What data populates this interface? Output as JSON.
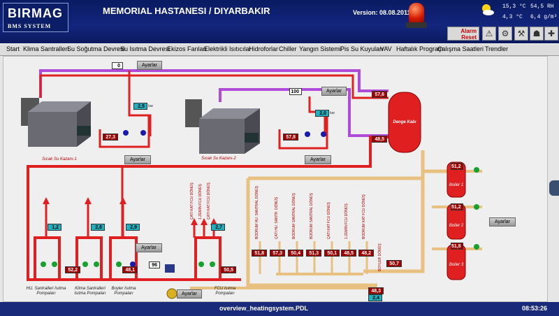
{
  "header": {
    "logo_main": "BIRMAG",
    "logo_sub": "BMS SYSTEM",
    "title": "MEMORIAL HASTANESI / DIYARBAKIR",
    "version": "Version: 08.08.2011",
    "weather": {
      "temp": "15,3 °C",
      "humidity": "54,5 RH",
      "v1": "4,3 °C",
      "v2": "6,4 g/m³"
    },
    "alarm_reset": "Alarm Reset"
  },
  "menu": [
    "Start",
    "Klima Santralleri",
    "Su Soğutma Devresi",
    "Su Isıtma Devresi",
    "Ekizos Fanları",
    "Elektrikli Isıtıcılar",
    "Hidroforlar",
    "Chiller",
    "Yangın Sistemi",
    "Pis Su Kuyuları",
    "VAV",
    "Haftalık Program",
    "Çalışma Saatleri",
    "Trendler"
  ],
  "buttons": {
    "ayarlar": "Ayarlar"
  },
  "boilers": {
    "k1": {
      "label": "Sıcak Su Kazanı-1",
      "valve_pct": "0",
      "temp": "27,3",
      "pressure": "2,5"
    },
    "k2": {
      "label": "Sıcak Su Kazanı-2",
      "valve_pct": "100",
      "temp": "57,8",
      "pressure": "2,0"
    }
  },
  "denge": {
    "label": "Denge Kabı",
    "top_temp": "57,6",
    "bottom_temp": "48,5"
  },
  "groups": [
    {
      "label": "HU. Santralleri Isıtma Pompaları",
      "pressure": "1,2",
      "temp": ""
    },
    {
      "label": "Klima Santralleri Isıtma Pompaları",
      "pressure": "2,8",
      "temp": "52,2"
    },
    {
      "label": "Boyler Isıtma Pompaları",
      "pressure": "2,9",
      "temp": "48,1"
    },
    {
      "label": "FCU Isıtma Pompaları",
      "pressure": "2,7",
      "temp": "50,5"
    }
  ],
  "mix_valve_pct": "96",
  "catwalk_labels": [
    "ÇATI KAT FCU DÖNÜŞ",
    "1.ZEMİN FCU DÖNÜŞ",
    "ÇATI KAT FCU DÖNÜŞ"
  ],
  "returns": [
    {
      "label": "BODRUM HU. SANTRAL DÖNÜŞ",
      "temp": "51,8"
    },
    {
      "label": "ÇATI HU. SANTR. DÖNÜŞ",
      "temp": "57,3"
    },
    {
      "label": "BODRUM SANTRAL DÖNÜŞ",
      "temp": "50,4"
    },
    {
      "label": "BODRUM SANTRAL DÖNÜŞ",
      "temp": "51,3"
    },
    {
      "label": "ÇATI KAT FCU DÖNÜŞ",
      "temp": "50,1"
    },
    {
      "label": "1.ZEMİN FCU DÖNÜŞ",
      "temp": "48,5"
    },
    {
      "label": "BODRUM KAT FCU DÖNÜŞ",
      "temp": "48,2"
    }
  ],
  "boyler_return": {
    "label": "BOYLER DÖNÜŞ",
    "temp": "50,7"
  },
  "return_main": {
    "temp": "48,3",
    "pressure": "2,4"
  },
  "tanks": [
    {
      "label": "Boiler 1",
      "temp": "51,2"
    },
    {
      "label": "Boiler 2",
      "temp": "51,2"
    },
    {
      "label": "Boiler 3",
      "temp": "51,8"
    }
  ],
  "units": {
    "bar": "bar",
    "c": "°C"
  },
  "footer": {
    "file": "overview_heatingsystem.PDL",
    "time": "08:53:26"
  }
}
